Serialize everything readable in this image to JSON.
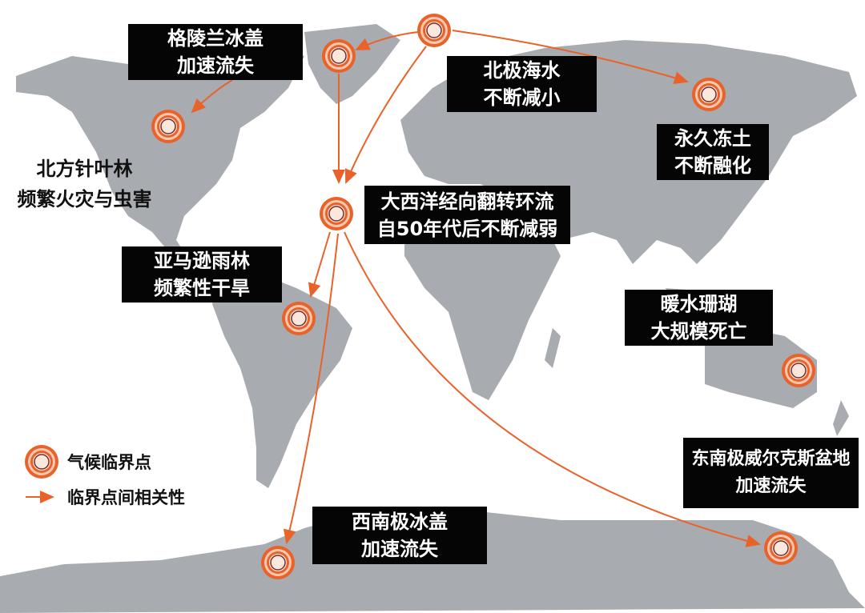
{
  "colors": {
    "land": "#a8acb0",
    "marker": "#e8622a",
    "arrow": "#e8622a",
    "label_bg": "#050505",
    "label_text": "#ffffff"
  },
  "labels": {
    "greenland": {
      "title": "格陵兰冰盖",
      "subtitle": "加速流失"
    },
    "arctic": {
      "title": "北极海水",
      "subtitle": "不断减小"
    },
    "permafrost": {
      "title": "永久冻土",
      "subtitle": "不断融化"
    },
    "boreal": {
      "title": "北方针叶林",
      "subtitle": "频繁火灾与虫害"
    },
    "amoc": {
      "title": "大西洋经向翻转环流",
      "subtitle": "自50年代后不断减弱"
    },
    "amazon": {
      "title": "亚马逊雨林",
      "subtitle": "频繁性干旱"
    },
    "coral": {
      "title": "暖水珊瑚",
      "subtitle": "大规模死亡"
    },
    "west_antarctic": {
      "title": "西南极冰盖",
      "subtitle": "加速流失"
    },
    "east_antarctic": {
      "title": "东南极威尔克斯盆地",
      "subtitle": "加速流失"
    }
  },
  "legend": {
    "marker_label": "气候临界点",
    "arrow_label": "临界点间相关性"
  }
}
